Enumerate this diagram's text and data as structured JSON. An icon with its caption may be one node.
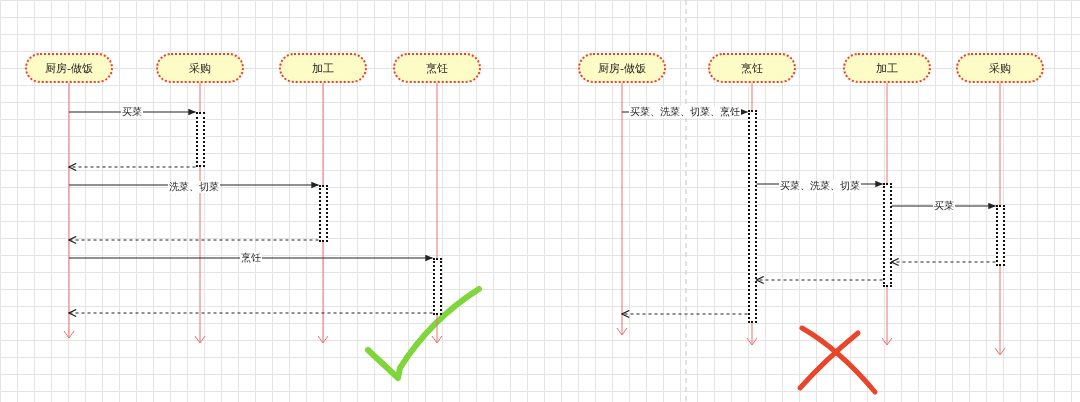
{
  "diagram": {
    "nodes": [
      {
        "text": [
          "厨房-做饭"
        ]
      },
      {
        "text": [
          "采购"
        ]
      },
      {
        "text": [
          "加工"
        ]
      },
      {
        "text": [
          "烹饪"
        ]
      },
      {
        "text": [
          "厨房-做饭"
        ]
      },
      {
        "text": [
          "烹饪"
        ]
      },
      {
        "text": [
          "加工"
        ]
      },
      {
        "text": [
          "采购"
        ]
      },
      {
        "text": [],
        "shape": "bar",
        "in": 1
      },
      {
        "text": [],
        "shape": "bar",
        "in": 2
      },
      {
        "text": [],
        "shape": "bar",
        "in": 3
      },
      {
        "text": [],
        "shape": "bar",
        "in": 5
      },
      {
        "text": [],
        "shape": "bar",
        "in": 6
      },
      {
        "text": [],
        "shape": "bar",
        "in": 7
      }
    ],
    "edges": [
      {
        "from": 0,
        "to": 8,
        "arrow": "to",
        "label": "买菜"
      },
      {
        "from": 8,
        "to": 0,
        "arrow": "to",
        "style": "dashed"
      },
      {
        "from": 0,
        "to": 9,
        "arrow": "to",
        "label": "洗菜、切菜"
      },
      {
        "from": 9,
        "to": 0,
        "arrow": "to",
        "style": "dashed"
      },
      {
        "from": 0,
        "to": 10,
        "arrow": "to",
        "label": "烹饪"
      },
      {
        "from": 10,
        "to": 0,
        "arrow": "to",
        "style": "dashed"
      },
      {
        "from": 4,
        "to": 11,
        "arrow": "to",
        "label": "买菜、洗菜、切菜、烹饪"
      },
      {
        "from": 11,
        "to": 12,
        "arrow": "to",
        "label": "买菜、洗菜、切菜"
      },
      {
        "from": 12,
        "to": 13,
        "arrow": "to",
        "label": "买菜"
      },
      {
        "from": 13,
        "to": 12,
        "arrow": "to",
        "style": "dashed"
      },
      {
        "from": 12,
        "to": 11,
        "arrow": "to",
        "style": "dashed"
      },
      {
        "from": 11,
        "to": 4,
        "arrow": "to",
        "style": "dashed"
      }
    ]
  }
}
